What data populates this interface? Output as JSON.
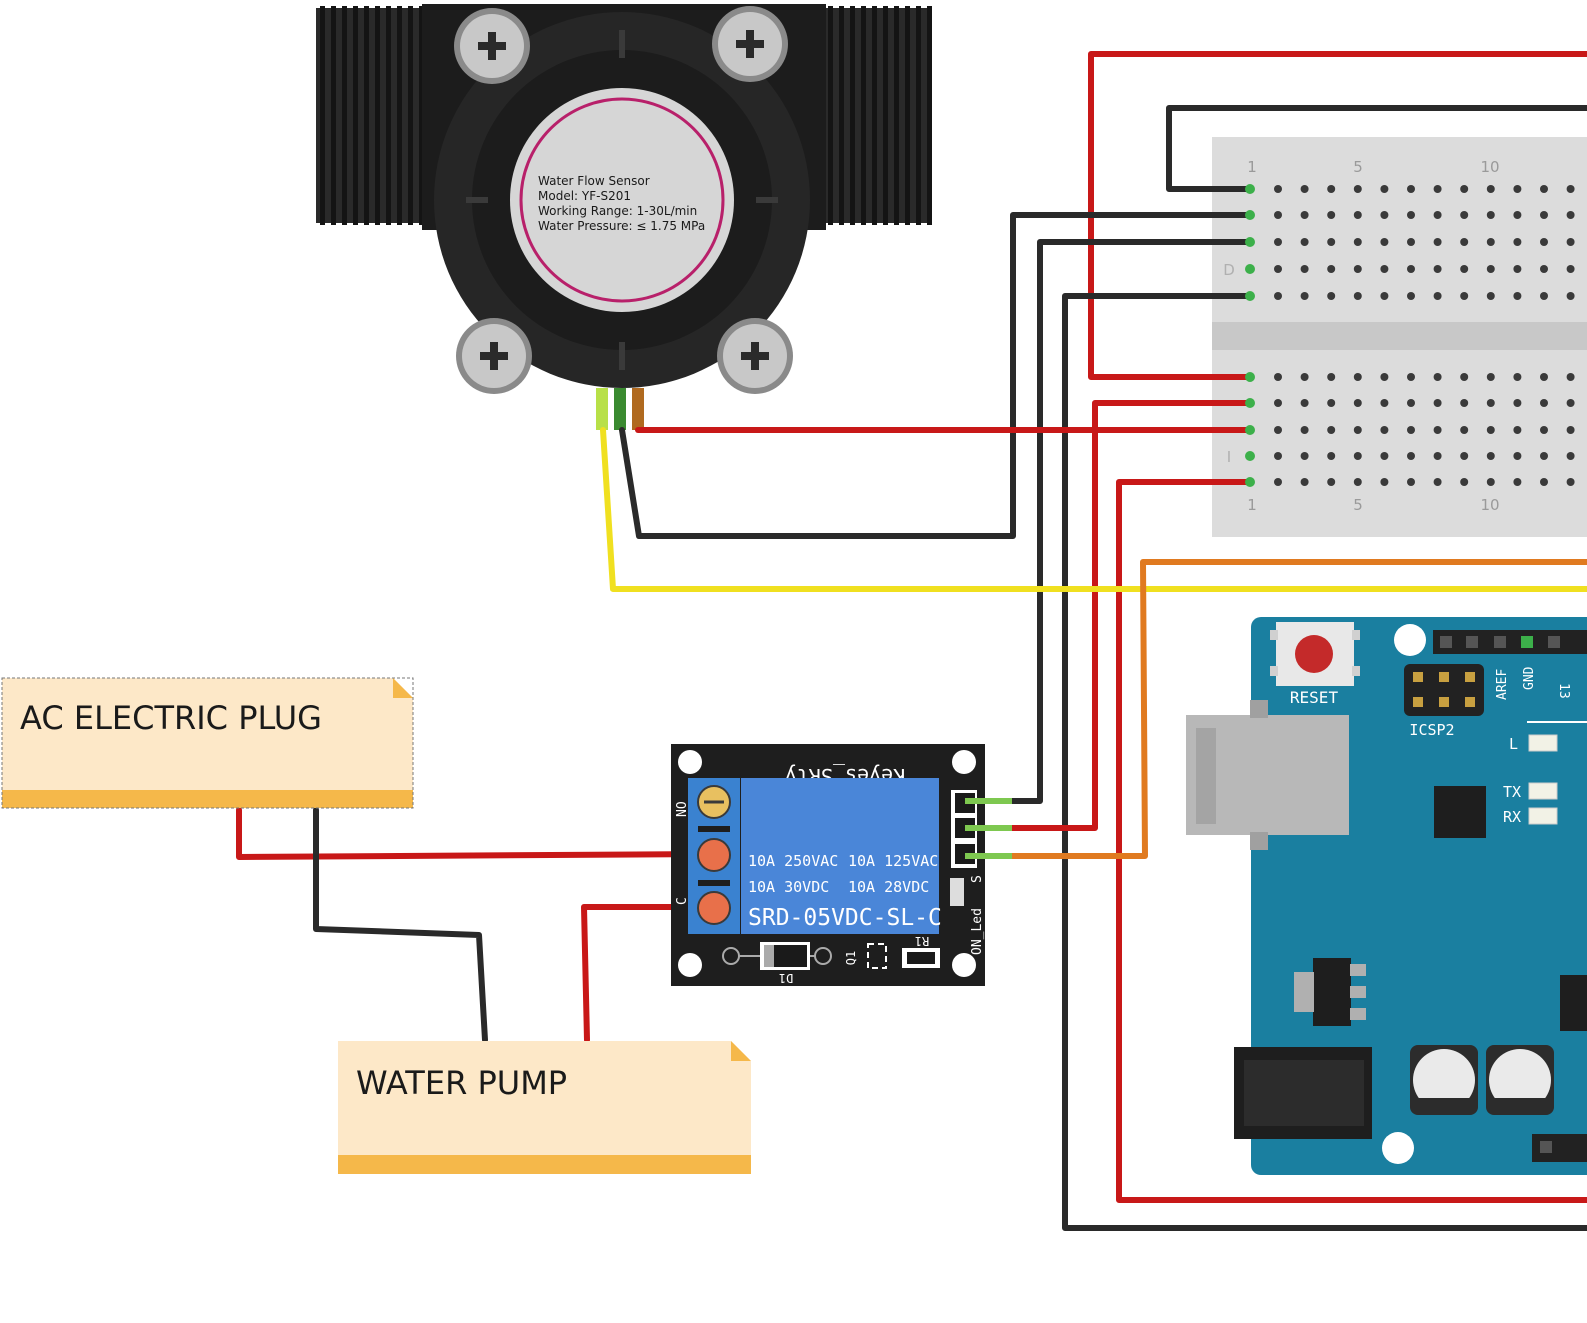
{
  "flow_sensor": {
    "line1": "Water Flow Sensor",
    "line2": "Model: YF-S201",
    "line3": "Working Range: 1-30L/min",
    "line4": "Water Pressure: ≤ 1.75 MPa"
  },
  "breadboard": {
    "top_numbers": [
      "1",
      "5",
      "10"
    ],
    "bottom_numbers": [
      "1",
      "5",
      "10"
    ],
    "row_label_top": "D",
    "row_label_bottom": "I"
  },
  "relay": {
    "brand": "Keyes_SRly",
    "spec_1": "10A 250VAC",
    "spec_2": "10A 125VAC",
    "spec_3": "10A  30VDC",
    "spec_4": "10A  28VDC",
    "model": "SRD-05VDC-SL-C",
    "label_no": "NO",
    "label_c": "C",
    "label_d1": "D1",
    "label_q1": "Q1",
    "label_r1": "R1",
    "label_on_led": "ON_Led",
    "label_s": "S"
  },
  "arduino": {
    "reset_label": "RESET",
    "icsp_label": "ICSP2",
    "aref_label": "AREF",
    "gnd_label": "GND",
    "pin13_label": "13",
    "l_label": "L",
    "tx_label": "TX",
    "rx_label": "RX"
  },
  "notes": {
    "ac_plug": "AC ELECTRIC PLUG",
    "water_pump": "WATER PUMP"
  },
  "colors": {
    "wire_red": "#c81818",
    "wire_black": "#2a2a2a",
    "wire_yellow": "#f0e020",
    "wire_orange": "#e07a20",
    "wire_green": "#7ec850",
    "relay_blue": "#4a86d8",
    "arduino_teal": "#1a7fa0",
    "note_fill": "#fde8c8",
    "note_stripe": "#f5b84a"
  }
}
